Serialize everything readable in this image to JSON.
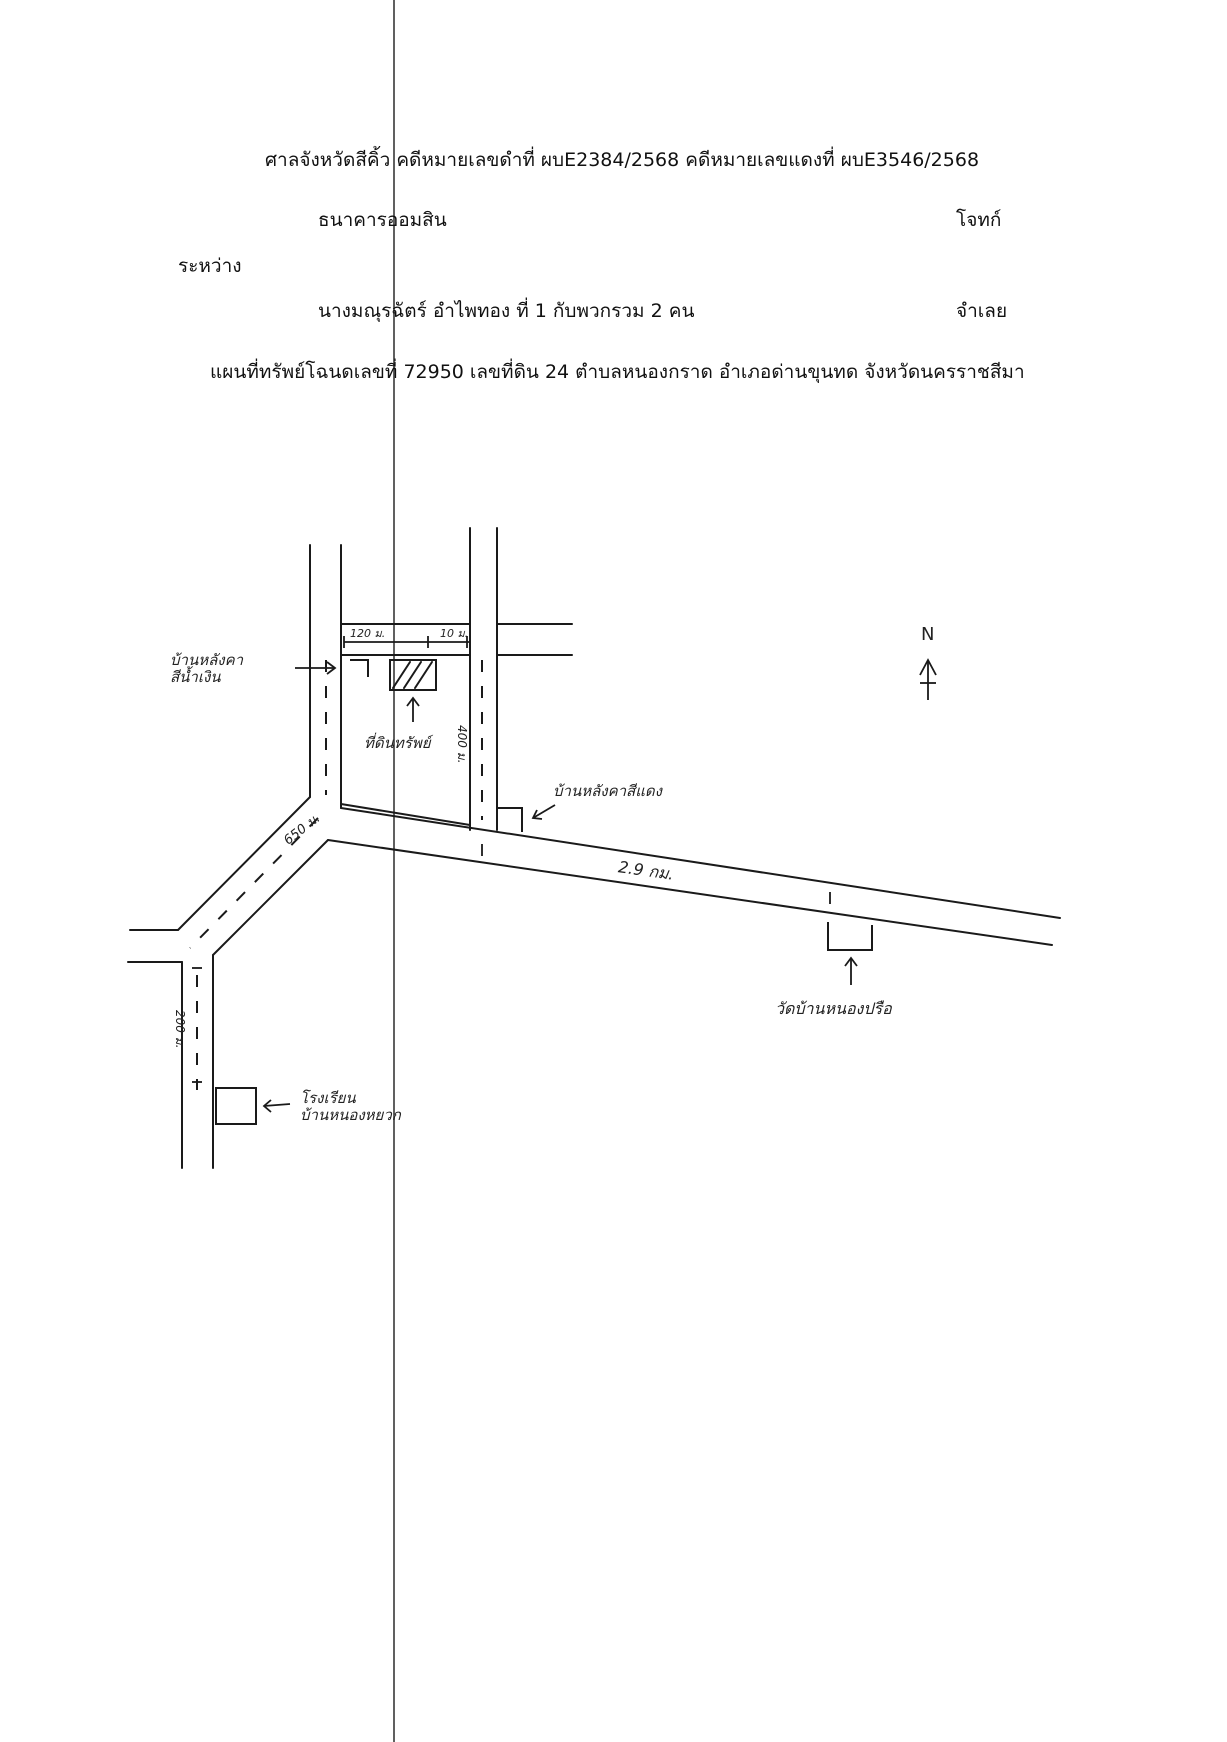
{
  "header": {
    "court_line": "ศาลจังหวัดสีคิ้ว คดีหมายเลขดำที่ ผบE2384/2568 คดีหมายเลขแดงที่ ผบE3546/2568",
    "plaintiff_name": "ธนาคารออมสิน",
    "plaintiff_role": "โจทก์",
    "between": "ระหว่าง",
    "defendant_name": "นางมณุรฉัตร์  อำไพทอง ที่ 1 กับพวกรวม 2 คน",
    "defendant_role": "จำเลย",
    "map_title": "แผนที่ทรัพย์โฉนดเลขที่ 72950 เลขที่ดิน 24 ตำบลหนองกราด อำเภอด่านขุนทด จังหวัดนครราชสีมา"
  },
  "map_labels": {
    "north": "N",
    "house_blue_line1": "บ้านหลังคา",
    "house_blue_line2": "สีน้ำเงิน",
    "property": "ที่ดินทรัพย์",
    "house_red": "บ้านหลังคาสีแดง",
    "dist_top_left": "120 ม.",
    "dist_top_right": "10 ม.",
    "dist_right_road": "400 ม.",
    "dist_diagonal": "650 ม.",
    "dist_main_road": "2.9 กม.",
    "dist_bottom_road": "200 ม.",
    "temple": "วัดบ้านหนองปรือ",
    "school_line1": "โรงเรียน",
    "school_line2": "บ้านหนองหยวก"
  }
}
